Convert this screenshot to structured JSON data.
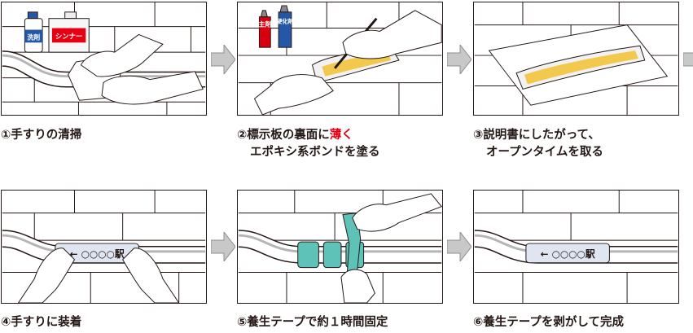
{
  "steps": [
    {
      "number": "①",
      "text": "手すりの清掃"
    },
    {
      "number": "②",
      "text_line1": "標示板の裏面に",
      "highlight": "薄く",
      "text_line2": "エポキシ系ボンドを塗る"
    },
    {
      "number": "③",
      "text_line1": "説明書にしたがって、",
      "text_line2": "オープンタイムを取る"
    },
    {
      "number": "④",
      "text": "手すりに装着"
    },
    {
      "number": "⑤",
      "text": "養生テープで約１時間固定"
    },
    {
      "number": "⑥",
      "text": "養生テープを剥がして完成"
    }
  ],
  "bottles": {
    "detergent": "洗剤",
    "thinner": "シンナー"
  },
  "tubes": {
    "main": "主剤",
    "hardener": "硬化剤"
  },
  "sign_label": "← ○○○○駅",
  "colors": {
    "highlight": "#e60012",
    "glue": "#f2c94c",
    "tape": "#5fc2b8",
    "red_tube": "#d7000f",
    "blue_tube": "#2457a6",
    "gray_arrow": "#c8c8c8"
  }
}
